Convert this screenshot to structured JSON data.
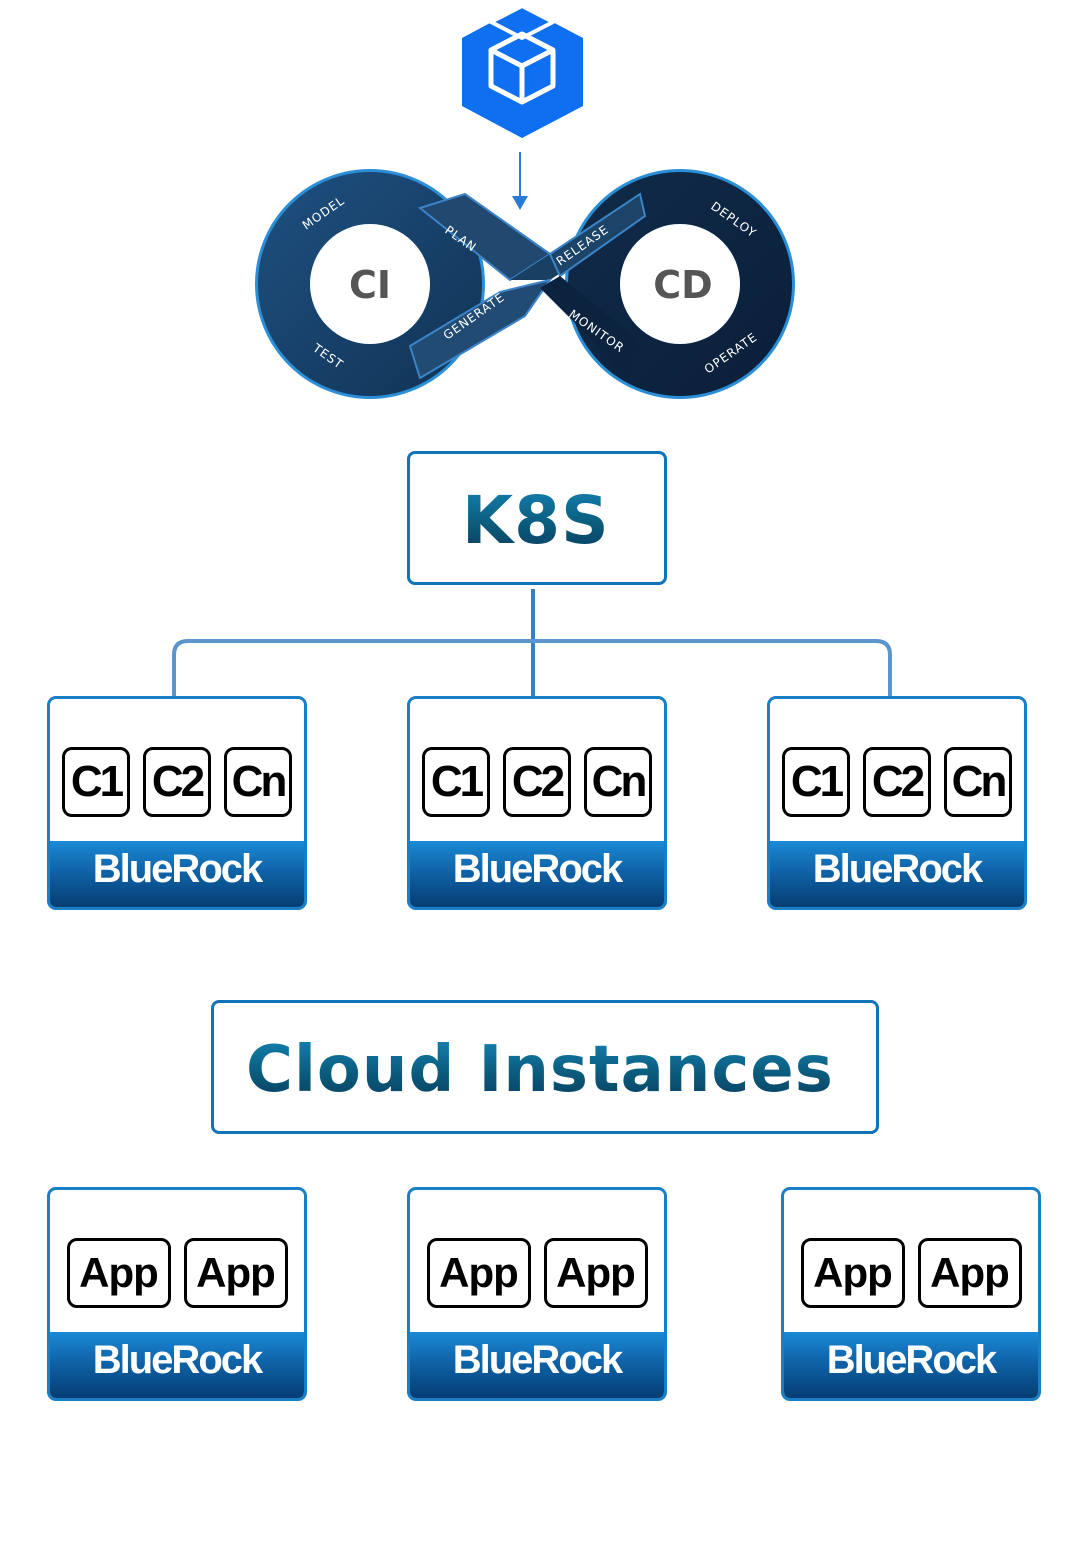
{
  "pipeline": {
    "left_label": "CI",
    "right_label": "CD",
    "stages": {
      "model": "MODEL",
      "plan": "PLAN",
      "generate": "GENERATE",
      "test": "TEST",
      "release": "RELEASE",
      "monitor": "MONITOR",
      "deploy": "DEPLOY",
      "operate": "OPERATE"
    }
  },
  "orchestrator": {
    "title": "K8S"
  },
  "cloud": {
    "title": "Cloud Instances"
  },
  "k8s_nodes": [
    {
      "brand": "BlueRock",
      "chips": [
        "C1",
        "C2",
        "Cn"
      ]
    },
    {
      "brand": "BlueRock",
      "chips": [
        "C1",
        "C2",
        "Cn"
      ]
    },
    {
      "brand": "BlueRock",
      "chips": [
        "C1",
        "C2",
        "Cn"
      ]
    }
  ],
  "cloud_nodes": [
    {
      "brand": "BlueRock",
      "chips": [
        "App",
        "App"
      ]
    },
    {
      "brand": "BlueRock",
      "chips": [
        "App",
        "App"
      ]
    },
    {
      "brand": "BlueRock",
      "chips": [
        "App",
        "App"
      ]
    }
  ],
  "colors": {
    "logo_blue": "#0e6ff0",
    "loop_dark": "#12345a",
    "band_blue": "#0f63a8",
    "title_teal": "#0b5b7c"
  }
}
